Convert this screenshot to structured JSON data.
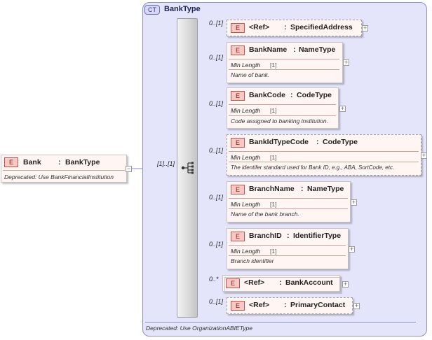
{
  "complex_type": {
    "badge": "CT",
    "name": "BankType",
    "footer_doc": "Deprecated: Use OrganizationABIEType"
  },
  "root_element": {
    "badge": "E",
    "name": "Bank",
    "separator": ":",
    "type": "BankType",
    "doc": "Deprecated: Use BankFinancialInstitution",
    "collapse_symbol": "−"
  },
  "sequence_multiplicity": "[1]..[1]",
  "facet_label": "Min Length",
  "facet_value": "[1]",
  "expand_symbol": "+",
  "children": [
    {
      "badge": "E",
      "multiplicity": "0..[1]",
      "name": "<Ref>",
      "separator": ":",
      "type": "SpecifiedAddress"
    },
    {
      "badge": "E",
      "multiplicity": "0..[1]",
      "name": "BankName",
      "separator": ":",
      "type": "NameType",
      "doc": "Name of bank."
    },
    {
      "badge": "E",
      "multiplicity": "0..[1]",
      "name": "BankCode",
      "separator": ":",
      "type": "CodeType",
      "doc": "Code assigned to banking institution."
    },
    {
      "badge": "E",
      "multiplicity": "0..[1]",
      "name": "BankIdTypeCode",
      "separator": ":",
      "type": "CodeType",
      "doc": "The identifer standard used for Bank ID, e.g., ABA, SortCode, etc."
    },
    {
      "badge": "E",
      "multiplicity": "0..[1]",
      "name": "BranchName",
      "separator": ":",
      "type": "NameType",
      "doc": "Name of the bank branch."
    },
    {
      "badge": "E",
      "multiplicity": "0..[1]",
      "name": "BranchID",
      "separator": ":",
      "type": "IdentifierType",
      "doc": "Branch identifier"
    },
    {
      "badge": "E",
      "multiplicity": "0..*",
      "name": "<Ref>",
      "separator": ":",
      "type": "BankAccount"
    },
    {
      "badge": "E",
      "multiplicity": "0..[1]",
      "name": "<Ref>",
      "separator": ":",
      "type": "PrimaryContact"
    }
  ],
  "colors": {
    "panel_bg": "#e4e5fb",
    "element_bg": "#fff5f2",
    "element_badge": "#f7c9c2",
    "connector": "#8a8cc0"
  }
}
